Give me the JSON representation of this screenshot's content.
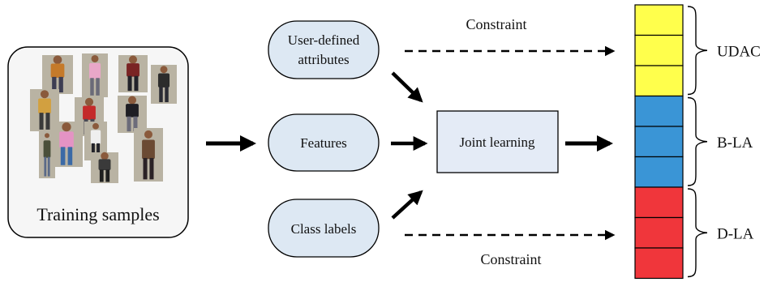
{
  "training": {
    "label": "Training samples",
    "person_count": 12
  },
  "inputs": {
    "user_defined": [
      "User-defined",
      "attributes"
    ],
    "features": "Features",
    "class_labels": "Class labels"
  },
  "joint_learning": "Joint learning",
  "constraint_top": "Constraint",
  "constraint_bottom": "Constraint",
  "segments": [
    {
      "label": "UDAC",
      "color": "#ffff4c",
      "cells": 3
    },
    {
      "label": "B-LA",
      "color": "#3a95d6",
      "cells": 3
    },
    {
      "label": "D-LA",
      "color": "#f0363b",
      "cells": 3
    }
  ],
  "colors": {
    "bubble_fill": "#dde8f3",
    "box_fill": "#e4ebf6",
    "training_bg": "#f6f6f6"
  }
}
